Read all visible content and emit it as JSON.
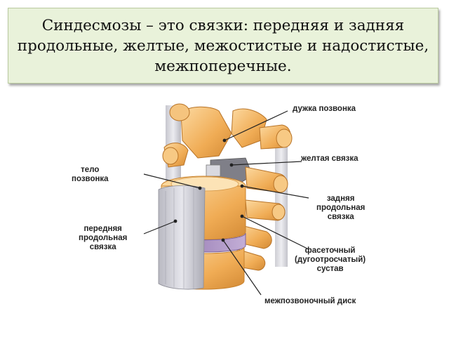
{
  "title": "Синдесмозы – это связки: передняя и задняя продольные, желтые, межостистые и надостистые, межпоперечные.",
  "labels": {
    "arch": "дужка позвонка",
    "ligamentum_flavum": "желтая связка",
    "vertebral_body": "тело\nпозвонка",
    "posterior_ligament": "задняя\nпродольная\nсвязка",
    "anterior_ligament": "передняя\nпродольная\nсвязка",
    "facet_joint": "фасеточный\n(дугоотросчатый)\nсустав",
    "disc": "межпозвоночный диск"
  },
  "colors": {
    "bone": "#f2b25a",
    "bone_light": "#fbd79a",
    "bone_dark": "#c8822e",
    "ligament": "#cfcfd6",
    "disc": "#a98cc2",
    "title_bg": "#e9f2da"
  }
}
